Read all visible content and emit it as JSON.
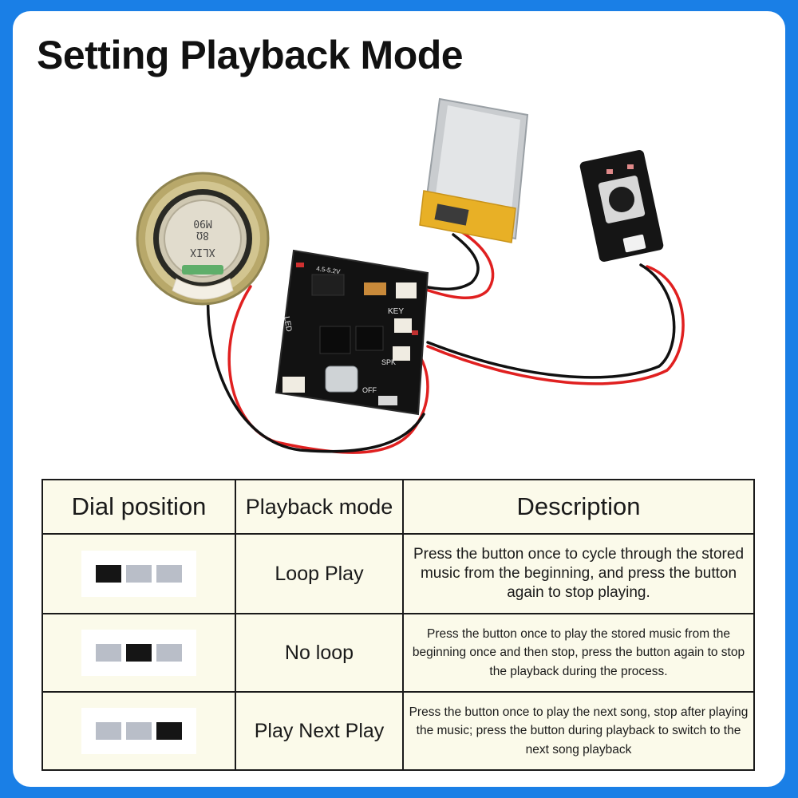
{
  "title": "Setting Playback Mode",
  "board_labels": {
    "key": "KEY",
    "led": "LED",
    "spk": "SPK",
    "off": "OFF",
    "voltage": "4.5-5.2V"
  },
  "speaker_labels": {
    "line1": "M90",
    "line2": "8Ω",
    "line3": "XLIX"
  },
  "table": {
    "headers": [
      "Dial position",
      "Playback mode",
      "Description"
    ],
    "rows": [
      {
        "dial": [
          true,
          false,
          false
        ],
        "mode": "Loop Play",
        "description": "Press the button once to cycle through the stored music from the beginning, and press the button again to stop playing."
      },
      {
        "dial": [
          false,
          true,
          false
        ],
        "mode": "No loop",
        "description": "Press the button once to play the stored music from the beginning once and then stop, press the button again to stop the playback during the process."
      },
      {
        "dial": [
          false,
          false,
          true
        ],
        "mode": "Play Next Play",
        "description": "Press the button once to play the next song, stop after playing the music; press the button during playback to switch to the next song playback"
      }
    ]
  },
  "colors": {
    "frame": "#1a7fe6",
    "table_bg": "#fbfaea",
    "dial_on": "#151515",
    "dial_off": "#b9bec8"
  }
}
